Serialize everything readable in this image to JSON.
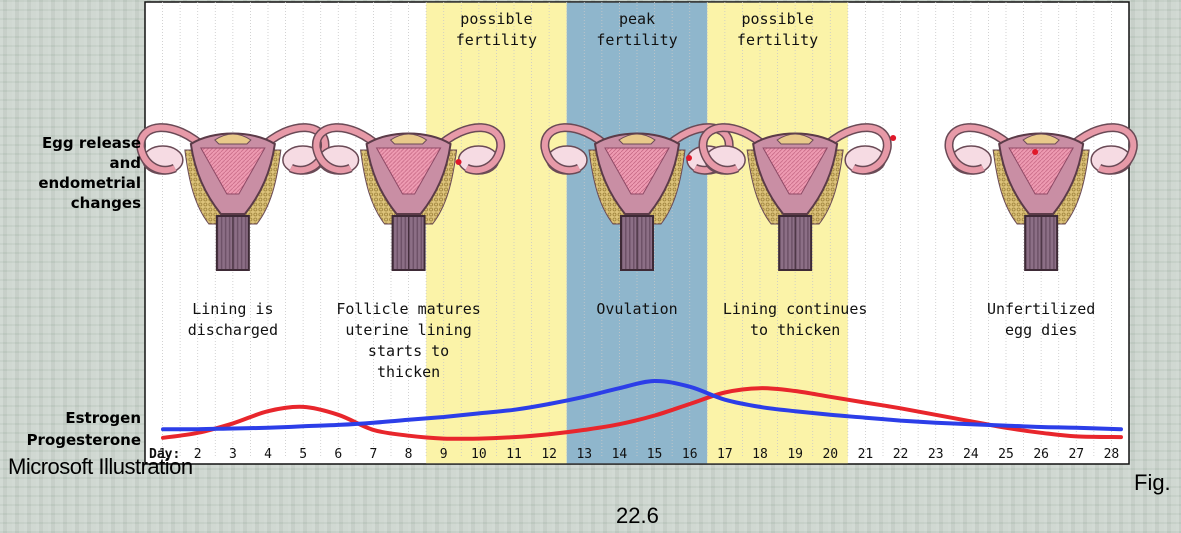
{
  "figure": {
    "phase_bands": [
      {
        "label": "possible fertility",
        "lines": [
          "possible",
          "fertility"
        ],
        "days": [
          9,
          12
        ],
        "color": "#fbf3a8"
      },
      {
        "label": "peak fertility",
        "lines": [
          "peak",
          "fertility"
        ],
        "days": [
          13,
          16
        ],
        "color": "#8fb6cc"
      },
      {
        "label": "possible fertility",
        "lines": [
          "possible",
          "fertility"
        ],
        "days": [
          17,
          20
        ],
        "color": "#fbf3a8"
      }
    ],
    "side_labels": {
      "uterus": [
        "Egg release",
        "and",
        "endometrial",
        "changes"
      ],
      "estrogen": "Estrogen",
      "progesterone": "Progesterone"
    },
    "stages": [
      {
        "lines": [
          "Lining is",
          "discharged"
        ],
        "day": 3
      },
      {
        "lines": [
          "Follicle matures",
          "uterine lining",
          "starts to",
          "thicken"
        ],
        "day": 8
      },
      {
        "lines": [
          "Ovulation"
        ],
        "day": 14.5
      },
      {
        "lines": [
          "Lining continues",
          "to thicken"
        ],
        "day": 19
      },
      {
        "lines": [
          "Unfertilized",
          "egg dies"
        ],
        "day": 26
      }
    ],
    "day_axis_label": "Day",
    "days": [
      "1",
      "2",
      "3",
      "4",
      "5",
      "6",
      "7",
      "8",
      "9",
      "10",
      "11",
      "12",
      "13",
      "14",
      "15",
      "16",
      "17",
      "18",
      "19",
      "20",
      "21",
      "22",
      "23",
      "24",
      "25",
      "26",
      "27",
      "28"
    ],
    "hormones": {
      "estrogen": {
        "name": "Estrogen",
        "color": "#2c3ee8",
        "values": [
          0.15,
          0.15,
          0.16,
          0.17,
          0.19,
          0.21,
          0.24,
          0.28,
          0.32,
          0.37,
          0.42,
          0.5,
          0.6,
          0.72,
          0.82,
          0.74,
          0.56,
          0.46,
          0.4,
          0.35,
          0.31,
          0.27,
          0.24,
          0.22,
          0.2,
          0.18,
          0.17,
          0.15
        ]
      },
      "progesterone": {
        "name": "Progesterone",
        "color": "#e8262c",
        "values": [
          0.03,
          0.1,
          0.23,
          0.4,
          0.46,
          0.35,
          0.14,
          0.06,
          0.02,
          0.02,
          0.04,
          0.08,
          0.14,
          0.22,
          0.34,
          0.5,
          0.66,
          0.72,
          0.68,
          0.6,
          0.52,
          0.44,
          0.35,
          0.26,
          0.17,
          0.1,
          0.05,
          0.04
        ]
      }
    },
    "uterus_positions": [
      3,
      8,
      14.5,
      19,
      26
    ],
    "credit": "Microsoft Illustration",
    "caption": "Fig. 22.6"
  }
}
